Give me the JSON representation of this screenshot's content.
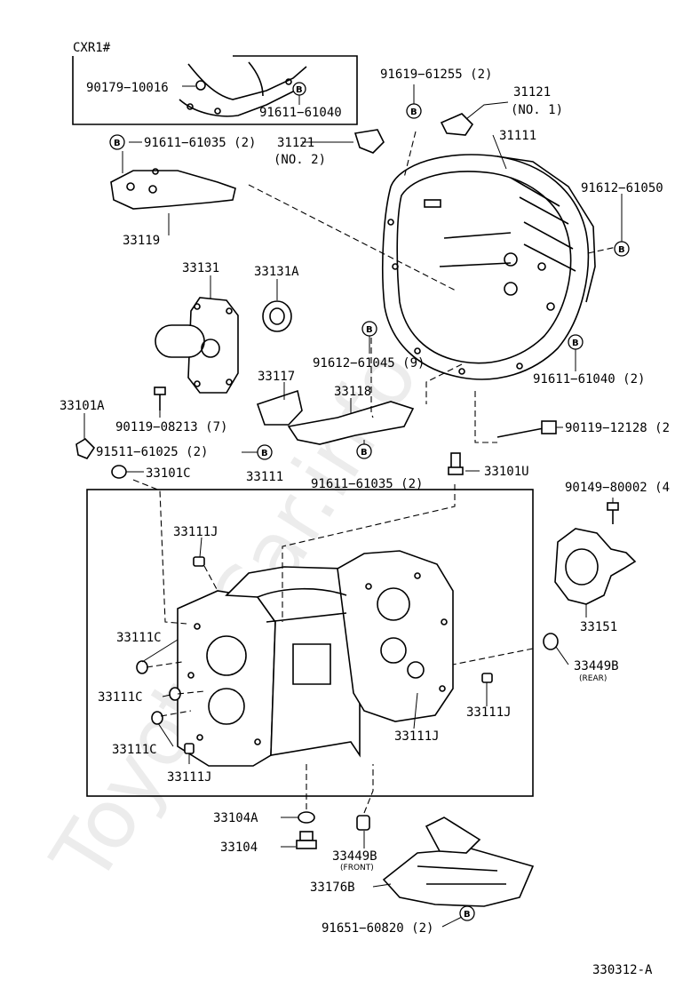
{
  "title_box_label": "CXR1#",
  "diagram_code": "330312-A",
  "watermark": "Toyota-Car.info",
  "bolt_marker": "B",
  "parts": {
    "p90179_10016": "90179−10016",
    "p91611_61040_box": "91611−61040",
    "p91619_61255": "91619−61255 (2)",
    "p31121_no1_a": "31121",
    "p31121_no1_b": "(NO. 1)",
    "p31121_no2_a": "31121",
    "p31121_no2_b": "(NO. 2)",
    "p91611_61035_top": "91611−61035 (2)",
    "p31111": "31111",
    "p91612_61050": "91612−61050",
    "p33119": "33119",
    "p33131": "33131",
    "p33131A": "33131A",
    "p91612_61045": "91612−61045 (9)",
    "p91611_61040_2": "91611−61040 (2)",
    "p33117": "33117",
    "p33118": "33118",
    "p33101A": "33101A",
    "p90119_08213": "90119−08213 (7)",
    "p91511_61025": "91511−61025 (2)",
    "p90119_12128": "90119−12128 (2",
    "p91611_61035_mid": "91611−61035 (2)",
    "p33101C": "33101C",
    "p33111": "33111",
    "p33101U": "33101U",
    "p90149_80002": "90149−80002 (4",
    "p33111J_top": "33111J",
    "p33111C_1": "33111C",
    "p33111C_2": "33111C",
    "p33111C_3": "33111C",
    "p33111J_bl": "33111J",
    "p33111J_br": "33111J",
    "p33111J_r": "33111J",
    "p33151": "33151",
    "p33449B_rear": "33449B",
    "p33449B_rear_note": "(REAR)",
    "p33104A": "33104A",
    "p33104": "33104",
    "p33449B_front": "33449B",
    "p33449B_front_note": "(FRONT)",
    "p33176B": "33176B",
    "p91651_60820": "91651−60820 (2)"
  }
}
